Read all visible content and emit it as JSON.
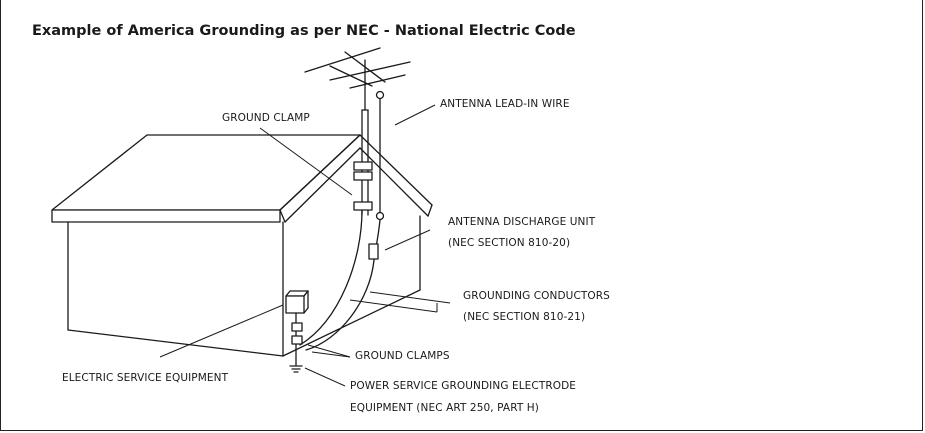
{
  "title": "Example of America Grounding as per NEC - National Electric Code",
  "labels": {
    "ground_clamp": "GROUND CLAMP",
    "antenna_lead_in_wire": "ANTENNA LEAD-IN WIRE",
    "antenna_discharge_unit_line1": "ANTENNA DISCHARGE UNIT",
    "antenna_discharge_unit_line2": "(NEC SECTION 810-20)",
    "grounding_conductors_line1": "GROUNDING CONDUCTORS",
    "grounding_conductors_line2": "(NEC SECTION 810-21)",
    "ground_clamps": "GROUND CLAMPS",
    "electric_service_equipment": "ELECTRIC SERVICE EQUIPMENT",
    "power_service_line1": "POWER SERVICE GROUNDING ELECTRODE",
    "power_service_line2": "EQUIPMENT (NEC ART 250, PART H)"
  }
}
